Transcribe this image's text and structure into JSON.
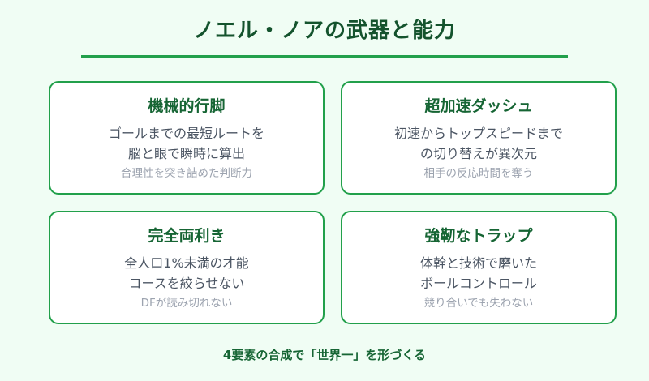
{
  "title": "ノエル・ノアの武器と能力",
  "colors": {
    "background": "#f0fdf4",
    "accent": "#22a04b",
    "title": "#14532d",
    "card_title": "#166534",
    "body_text": "#4b5563",
    "note_text": "#9ca3af"
  },
  "cards": [
    {
      "title": "機械的行脚",
      "desc_lines": [
        "ゴールまでの最短ルートを",
        "脳と眼で瞬時に算出"
      ],
      "note": "合理性を突き詰めた判断力"
    },
    {
      "title": "超加速ダッシュ",
      "desc_lines": [
        "初速からトップスピードまで",
        "の切り替えが異次元"
      ],
      "note": "相手の反応時間を奪う"
    },
    {
      "title": "完全両利き",
      "desc_lines": [
        "全人口1%未満の才能",
        "コースを絞らせない"
      ],
      "note": "DFが読み切れない"
    },
    {
      "title": "強靭なトラップ",
      "desc_lines": [
        "体幹と技術で磨いた",
        "ボールコントロール"
      ],
      "note": "競り合いでも失わない"
    }
  ],
  "footer": "4要素の合成で「世界一」を形づくる"
}
